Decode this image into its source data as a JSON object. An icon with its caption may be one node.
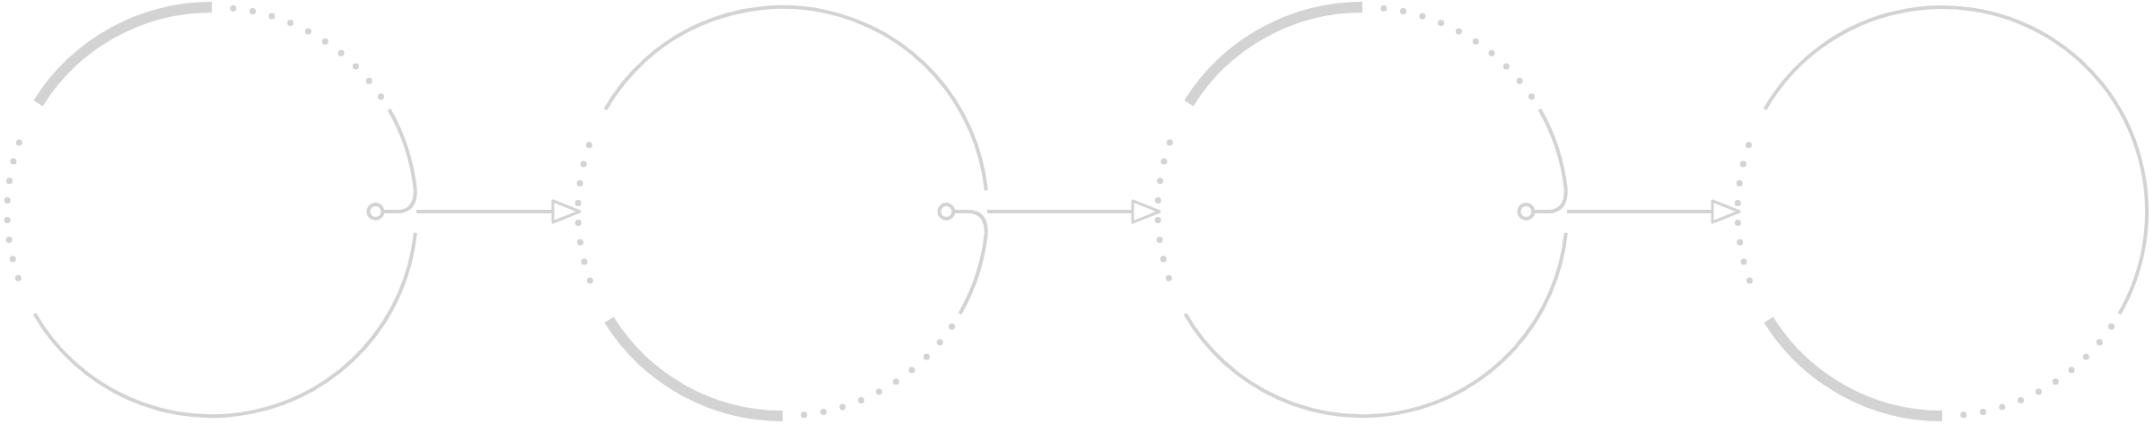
{
  "diagram": {
    "nodes": [
      {
        "text": [],
        "shape": "circle"
      },
      {
        "text": [],
        "shape": "circle"
      },
      {
        "text": [],
        "shape": "circle"
      },
      {
        "text": [],
        "shape": "circle"
      }
    ],
    "edges": [
      {
        "from": 0,
        "to": 1,
        "arrow": "to"
      },
      {
        "from": 1,
        "to": 2,
        "arrow": "to"
      },
      {
        "from": 2,
        "to": 3,
        "arrow": "to"
      }
    ]
  }
}
